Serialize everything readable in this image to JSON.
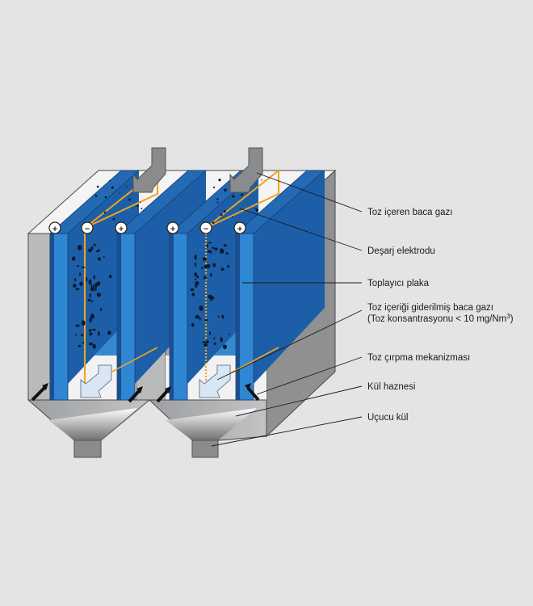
{
  "diagram": {
    "labels": {
      "dusty_gas": "Toz içeren baca gazı",
      "discharge_electrode": "Deşarj elektrodu",
      "collecting_plate": "Toplayıcı plaka",
      "clean_gas_line1": "Toz içeriği giderilmiş baca gazı",
      "clean_gas_line2": "(Toz konsantrasyonu < 10 mg/Nm",
      "clean_gas_sup": "3",
      "clean_gas_close": ")",
      "rapping": "Toz çırpma mekanizması",
      "hopper": "Kül haznesi",
      "fly_ash": "Uçucu kül"
    },
    "electrode_signs": {
      "positive": "+",
      "negative": "−"
    },
    "colors": {
      "background": "#e4e4e4",
      "housing": "#b9babc",
      "housing_dark": "#8f9092",
      "plate_front": "#2f86d2",
      "plate_top": "#1c5fa8",
      "wire": "#f0a31e",
      "ash": "#7c7d7f",
      "arrow_in": "#8a8b8d",
      "arrow_out": "#d9e6f4"
    }
  }
}
